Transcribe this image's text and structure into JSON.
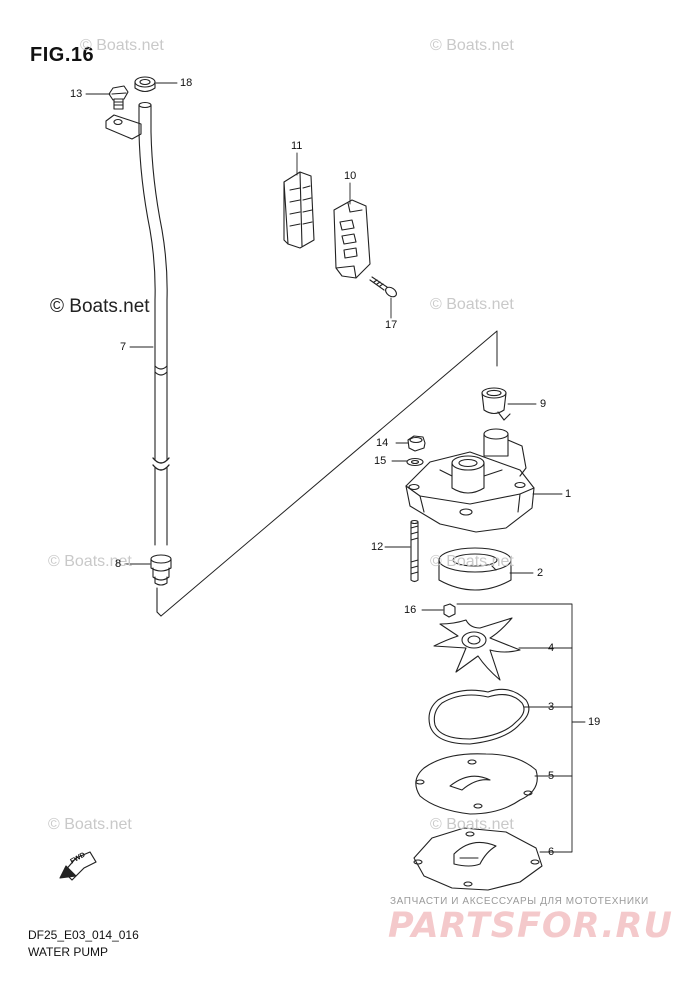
{
  "figure": {
    "title": "FIG.16",
    "model_code": "DF25_E03_014_016",
    "caption": "WATER PUMP",
    "direction_arrow": "FWD"
  },
  "watermarks": {
    "light": "© Boats.net",
    "dark": "© Boats.net"
  },
  "branding": {
    "small_text": "ЗАПЧАСТИ И АКСЕССУАРЫ ДЛЯ МОТОТЕХНИКИ",
    "large_text": "PARTSFOR.RU"
  },
  "callouts": [
    {
      "id": "c13",
      "label": "13"
    },
    {
      "id": "c18",
      "label": "18"
    },
    {
      "id": "c11",
      "label": "11"
    },
    {
      "id": "c10",
      "label": "10"
    },
    {
      "id": "c17",
      "label": "17"
    },
    {
      "id": "c7",
      "label": "7"
    },
    {
      "id": "c9",
      "label": "9"
    },
    {
      "id": "c14",
      "label": "14"
    },
    {
      "id": "c15",
      "label": "15"
    },
    {
      "id": "c1",
      "label": "1"
    },
    {
      "id": "c12",
      "label": "12"
    },
    {
      "id": "c2",
      "label": "2"
    },
    {
      "id": "c8",
      "label": "8"
    },
    {
      "id": "c16",
      "label": "16"
    },
    {
      "id": "c4",
      "label": "4"
    },
    {
      "id": "c3",
      "label": "3"
    },
    {
      "id": "c19",
      "label": "19"
    },
    {
      "id": "c5",
      "label": "5"
    },
    {
      "id": "c6",
      "label": "6"
    }
  ],
  "colors": {
    "line": "#222222",
    "watermark": "#c9c9c9",
    "brand": "#f4c9cb"
  }
}
